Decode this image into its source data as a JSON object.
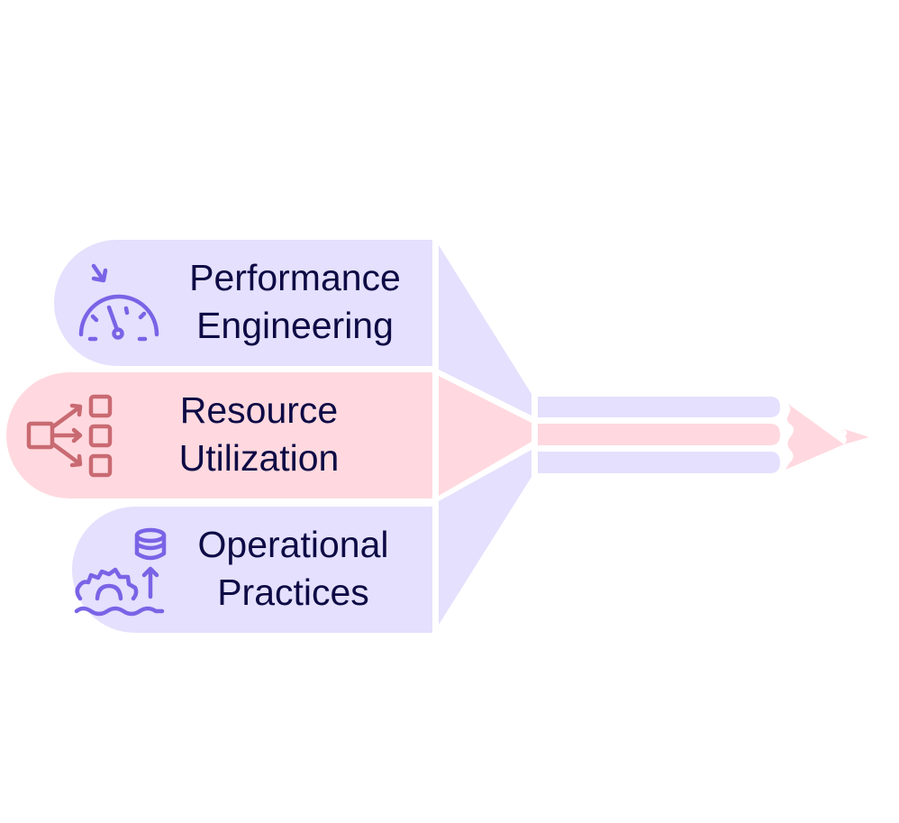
{
  "diagram": {
    "type": "pencil-funnel",
    "colors": {
      "lavender_fill": "#e4e0fd",
      "pink_fill": "#ffd9df",
      "purple_icon": "#7a63e6",
      "red_icon": "#c96a72",
      "text": "#0d0a45"
    },
    "segments": [
      {
        "line1": "Performance",
        "line2": "Engineering",
        "icon": "speedometer-icon",
        "color": "lavender"
      },
      {
        "line1": "Resource",
        "line2": "Utilization",
        "icon": "distribution-icon",
        "color": "pink"
      },
      {
        "line1": "Operational",
        "line2": "Practices",
        "icon": "gear-database-icon",
        "color": "lavender"
      }
    ]
  }
}
